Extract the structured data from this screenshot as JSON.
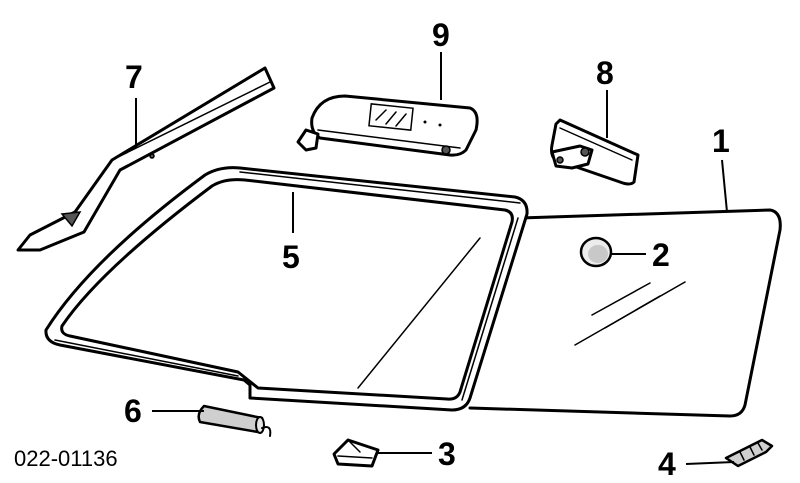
{
  "diagram": {
    "catalog_number": "022-01136",
    "callouts": {
      "windshield": "1",
      "mirror_button": "2",
      "wedge_block": "3",
      "clip": "4",
      "weatherstrip": "5",
      "plug": "6",
      "a_pillar_molding": "7",
      "rearview_mirror": "8",
      "sun_visor": "9"
    }
  }
}
